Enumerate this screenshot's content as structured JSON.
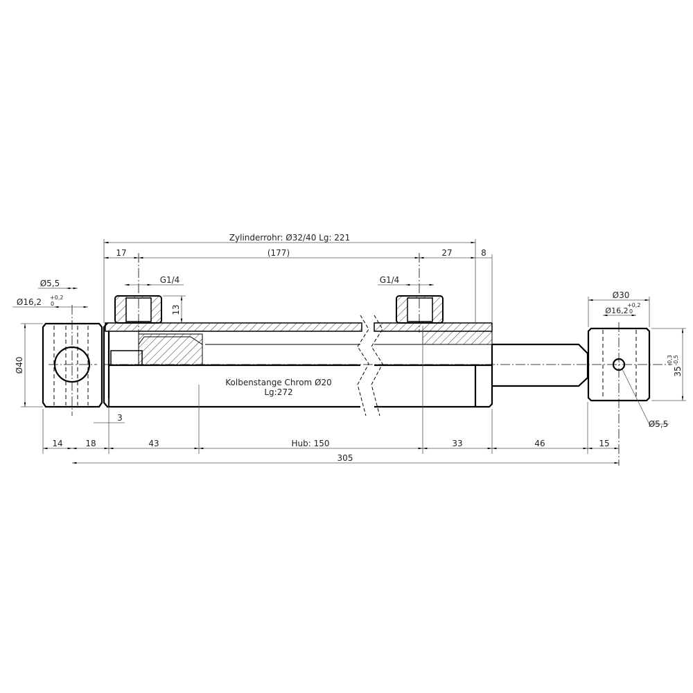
{
  "drawing": {
    "tube_label": "Zylinderrohr: Ø32/40 Lg: 221",
    "rod_label_1": "Kolbenstange Chrom Ø20",
    "rod_label_2": "Lg:272",
    "top_dims": {
      "d17": "17",
      "d177": "(177)",
      "d27": "27",
      "d8": "8"
    },
    "port_left": "G1/4",
    "port_right": "G1/4",
    "port_height": "13",
    "left_eye": {
      "hole": "Ø5,5",
      "bore": "Ø16,2",
      "bore_tol_upper": "+0,2",
      "bore_tol_lower": "0",
      "diameter": "Ø40"
    },
    "right_eye": {
      "diameter": "Ø30",
      "bore": "Ø16,2",
      "bore_tol_upper": "+0,2",
      "bore_tol_lower": "0",
      "width": "35",
      "width_tol_upper": "-0,3",
      "width_tol_lower": "-0,5",
      "hole": "Ø5,5"
    },
    "small_dim": "3",
    "bottom_dims": [
      "14",
      "18",
      "43",
      "Hub: 150",
      "33",
      "46",
      "15"
    ],
    "overall": "305"
  }
}
